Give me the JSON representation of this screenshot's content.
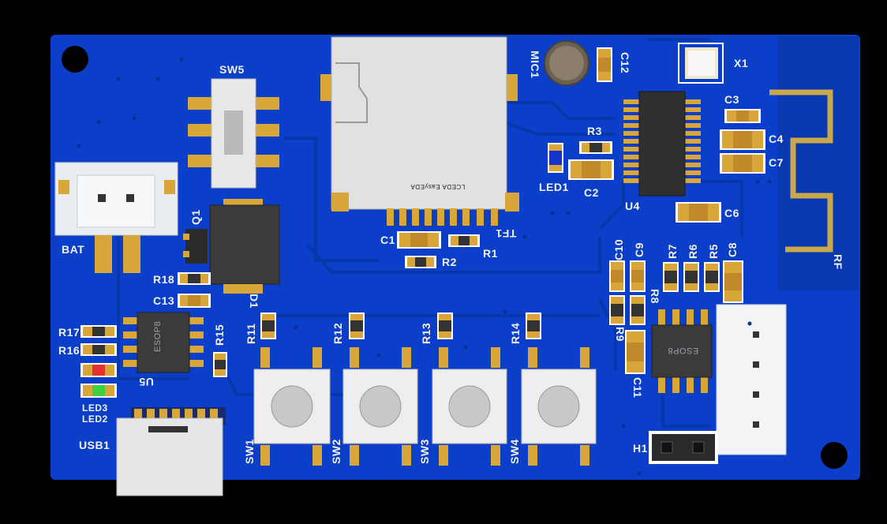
{
  "board": {
    "colors": {
      "substrate": "#0b3fc9",
      "copper": "#0a3fb8",
      "pad": "#d9a63a",
      "silk": "#f2f2f2",
      "background": "#000000"
    }
  },
  "labels": {
    "sw5": "SW5",
    "bat": "BAT",
    "q1": "Q1",
    "d1": "D1",
    "r18": "R18",
    "c13": "C13",
    "r17": "R17",
    "r16": "R16",
    "led3": "LED3",
    "led2": "LED2",
    "usb1": "USB1",
    "u5": "U5",
    "u5_chip": "ESOP8",
    "r15": "R15",
    "r11": "R11",
    "r12": "R12",
    "r13": "R13",
    "r14": "R14",
    "sw1": "SW1",
    "sw2": "SW2",
    "sw3": "SW3",
    "sw4": "SW4",
    "tf1": "TF1",
    "c1": "C1",
    "r1": "R1",
    "r2": "R2",
    "mic1": "MIC1",
    "c12": "C12",
    "led1": "LED1",
    "r3": "R3",
    "c2": "C2",
    "u4": "U4",
    "x1": "X1",
    "c3": "C3",
    "c4": "C4",
    "c7": "C7",
    "c6": "C6",
    "c10": "C10",
    "c9": "C9",
    "r7": "R7",
    "r6": "R6",
    "r5": "R5",
    "c8": "C8",
    "r8": "R8",
    "r9": "R9",
    "c11": "C11",
    "u_chip2": "ESOP8",
    "h1": "H1",
    "rf": "RF",
    "sd_logo": "LCEDA EasyEDA"
  }
}
